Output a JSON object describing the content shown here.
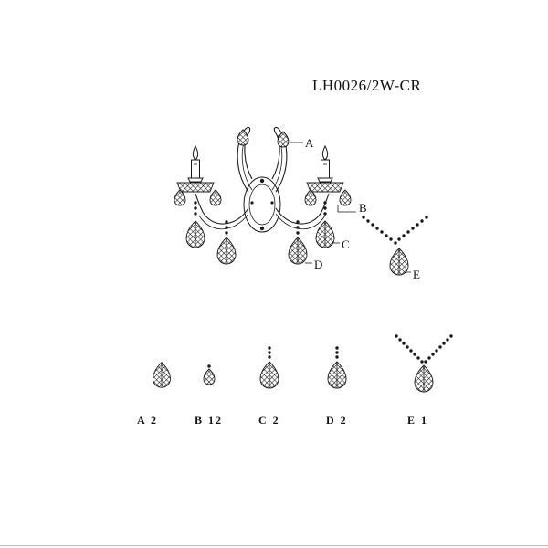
{
  "model": "LH0026/2W-CR",
  "callouts": {
    "a": "A",
    "b": "B",
    "c": "C",
    "d": "D",
    "e": "E"
  },
  "parts": [
    {
      "letter": "A",
      "qty": "2"
    },
    {
      "letter": "B",
      "qty": "12"
    },
    {
      "letter": "C",
      "qty": "2"
    },
    {
      "letter": "D",
      "qty": "2"
    },
    {
      "letter": "E",
      "qty": "1"
    }
  ]
}
